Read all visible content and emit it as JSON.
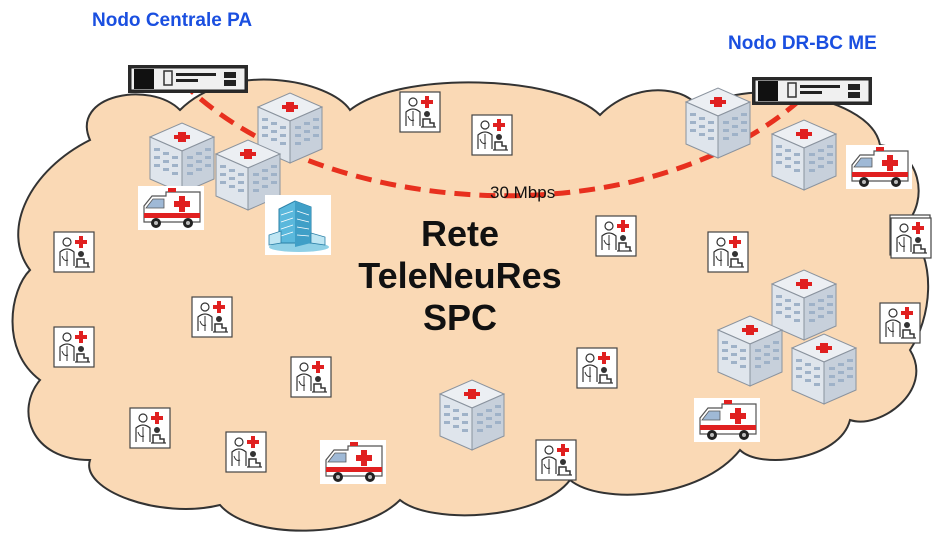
{
  "nodes": {
    "central": {
      "label": "Nodo Centrale PA"
    },
    "drbc": {
      "label": "Nodo DR-BC ME"
    }
  },
  "link": {
    "bandwidth_label": "30 Mbps"
  },
  "network": {
    "lines": [
      "Rete",
      "TeleNeuRes",
      "SPC"
    ]
  },
  "colors": {
    "node_label": "#1a4fe0",
    "cloud_fill": "#fad9b5",
    "cloud_stroke": "#333333",
    "link": "#e8301e",
    "medical_cross": "#e02020"
  },
  "icons": {
    "servers": [
      "server-icon",
      "server-icon"
    ],
    "hospitals": [
      "hospital-icon",
      "hospital-icon",
      "hospital-icon",
      "hospital-icon",
      "hospital-icon",
      "hospital-icon",
      "hospital-icon",
      "hospital-icon",
      "hospital-icon"
    ],
    "ambulances": [
      "ambulance-icon",
      "ambulance-icon",
      "ambulance-icon",
      "ambulance-icon"
    ],
    "clinics": [
      "clinic-icon",
      "clinic-icon",
      "clinic-icon",
      "clinic-icon",
      "clinic-icon",
      "clinic-icon",
      "clinic-icon",
      "clinic-icon",
      "clinic-icon",
      "clinic-icon",
      "clinic-icon",
      "clinic-icon",
      "clinic-icon",
      "clinic-icon",
      "clinic-icon",
      "clinic-icon"
    ],
    "office": "office-building-icon"
  }
}
